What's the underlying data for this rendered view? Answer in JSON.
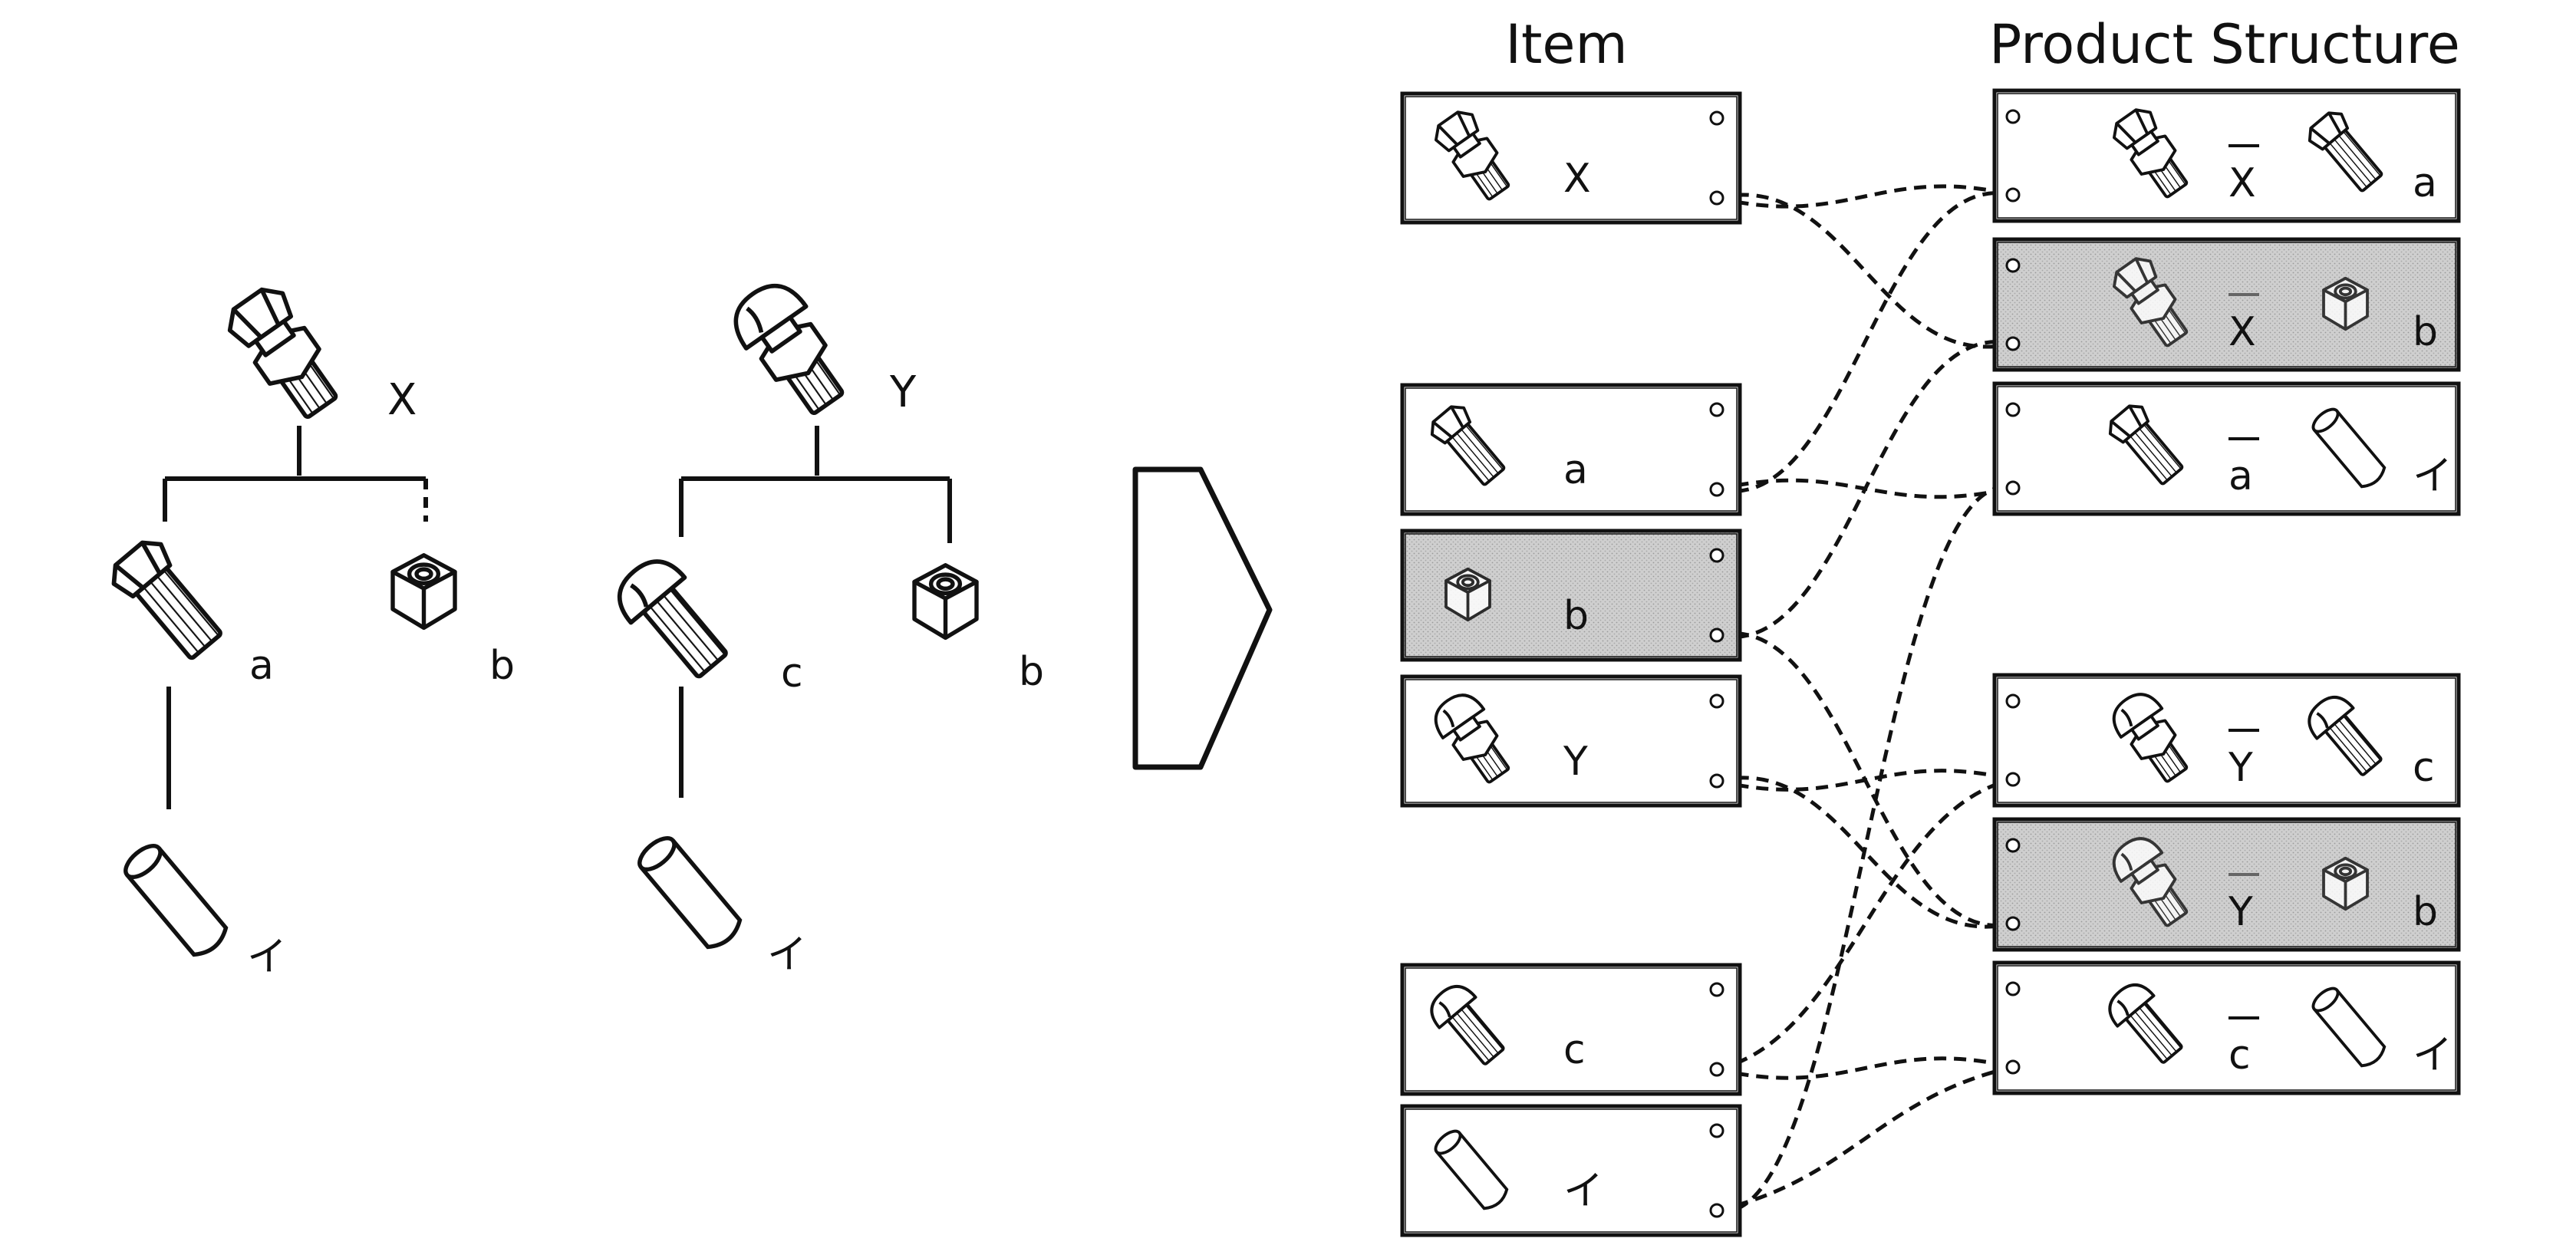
{
  "headers": {
    "item": "Item",
    "product_structure": "Product Structure"
  },
  "trees": [
    {
      "root": "X",
      "children": [
        "a",
        "b"
      ],
      "grandchild": "イ"
    },
    {
      "root": "Y",
      "children": [
        "c",
        "b"
      ],
      "grandchild": "イ"
    }
  ],
  "item_cards": [
    {
      "label": "X",
      "icon": "bolt-assembly-hex-icon",
      "shaded": false
    },
    {
      "label": "a",
      "icon": "hex-bolt-icon",
      "shaded": false
    },
    {
      "label": "b",
      "icon": "hex-nut-icon",
      "shaded": true
    },
    {
      "label": "Y",
      "icon": "bolt-assembly-round-icon",
      "shaded": false
    },
    {
      "label": "c",
      "icon": "round-head-bolt-icon",
      "shaded": false
    },
    {
      "label": "イ",
      "icon": "pin-icon",
      "shaded": false
    }
  ],
  "structure_cards": [
    {
      "parent": "X",
      "child": "a",
      "shaded": false
    },
    {
      "parent": "X",
      "child": "b",
      "shaded": true
    },
    {
      "parent": "a",
      "child": "イ",
      "shaded": false
    },
    {
      "parent": "Y",
      "child": "c",
      "shaded": false
    },
    {
      "parent": "Y",
      "child": "b",
      "shaded": true
    },
    {
      "parent": "c",
      "child": "イ",
      "shaded": false
    }
  ],
  "links_item_to_structure": [
    [
      1,
      0
    ],
    [
      1,
      2
    ],
    [
      2,
      1
    ],
    [
      2,
      4
    ],
    [
      3,
      3
    ],
    [
      3,
      4
    ],
    [
      4,
      5
    ],
    [
      4,
      3
    ],
    [
      5,
      2
    ],
    [
      5,
      5
    ],
    [
      0,
      0
    ],
    [
      0,
      1
    ]
  ],
  "colors": {
    "line": "#111111",
    "shade": "#c9c9c9",
    "card_bg": "#ffffff"
  }
}
